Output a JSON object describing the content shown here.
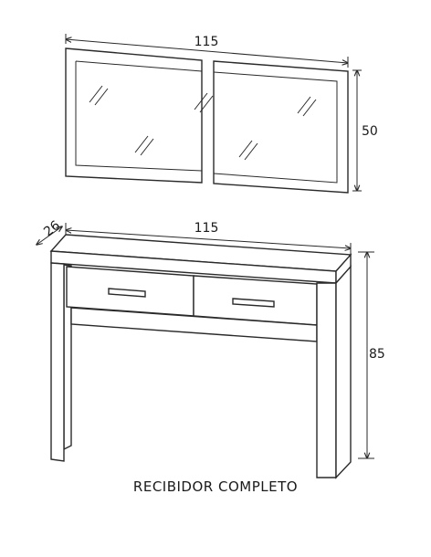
{
  "caption": "RECIBIDOR COMPLETO",
  "mirror": {
    "width_label": "115",
    "height_label": "50"
  },
  "console": {
    "width_label": "115",
    "depth_label": "26",
    "height_label": "85"
  }
}
